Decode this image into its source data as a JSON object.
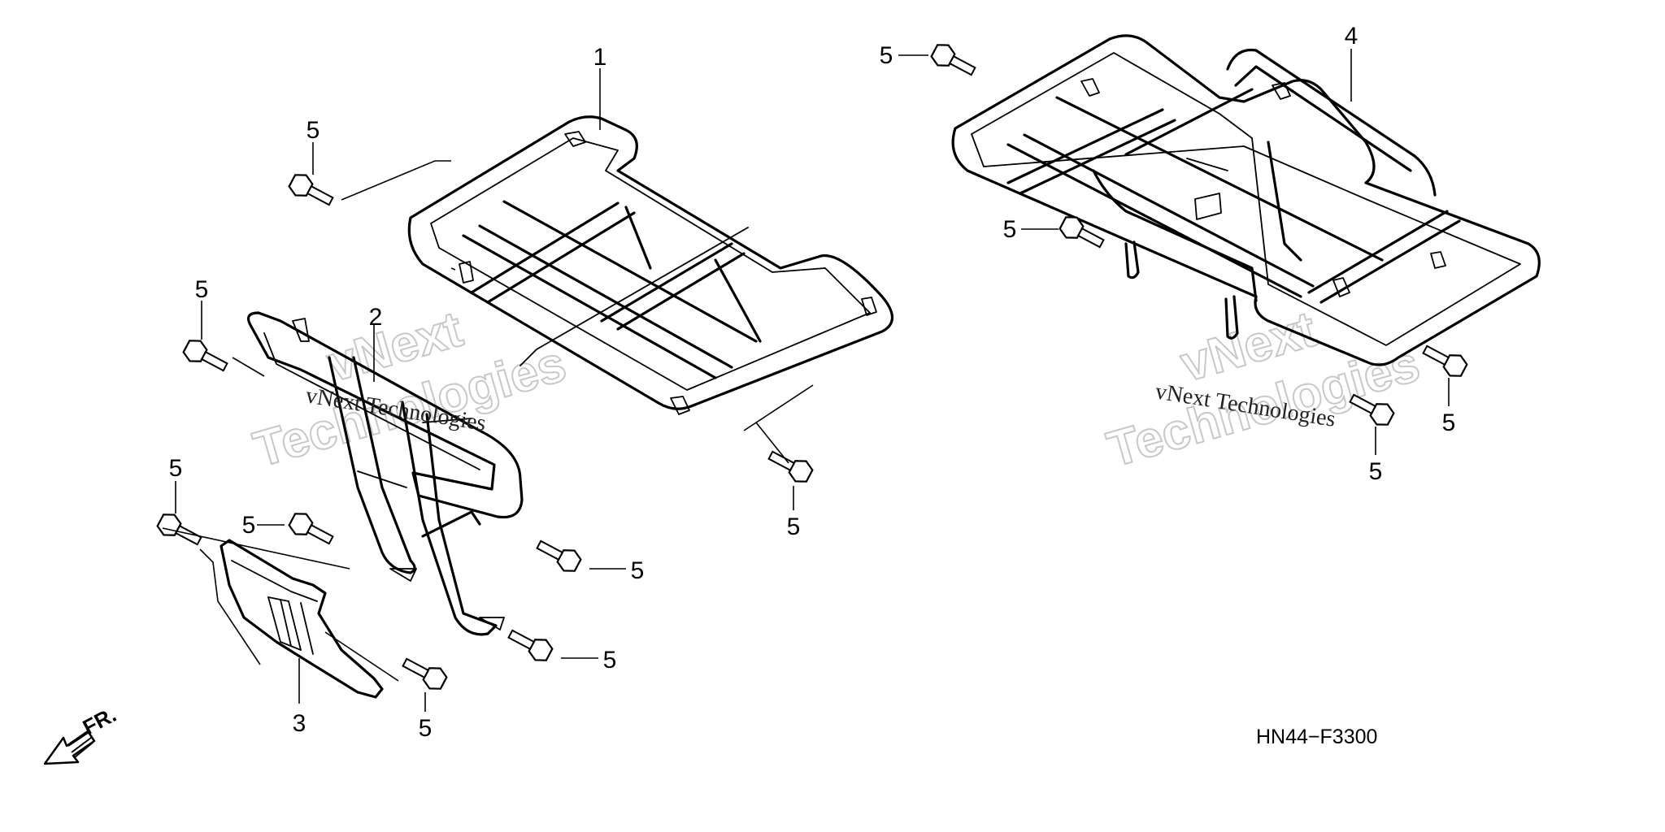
{
  "callouts": {
    "c1": "1",
    "c2": "2",
    "c3": "3",
    "c4": "4",
    "c5": "5"
  },
  "drawing_code": "HN44−F3300",
  "front_indicator": {
    "label": "FR.",
    "icon": "front-arrow-icon"
  },
  "watermark": {
    "brand_top": "vNext",
    "brand_bottom": "Technologies",
    "brand_line": "vNext Technologies"
  },
  "colors": {
    "line": "#000000",
    "watermark_outline": "#c8c8c8",
    "background": "#ffffff"
  }
}
